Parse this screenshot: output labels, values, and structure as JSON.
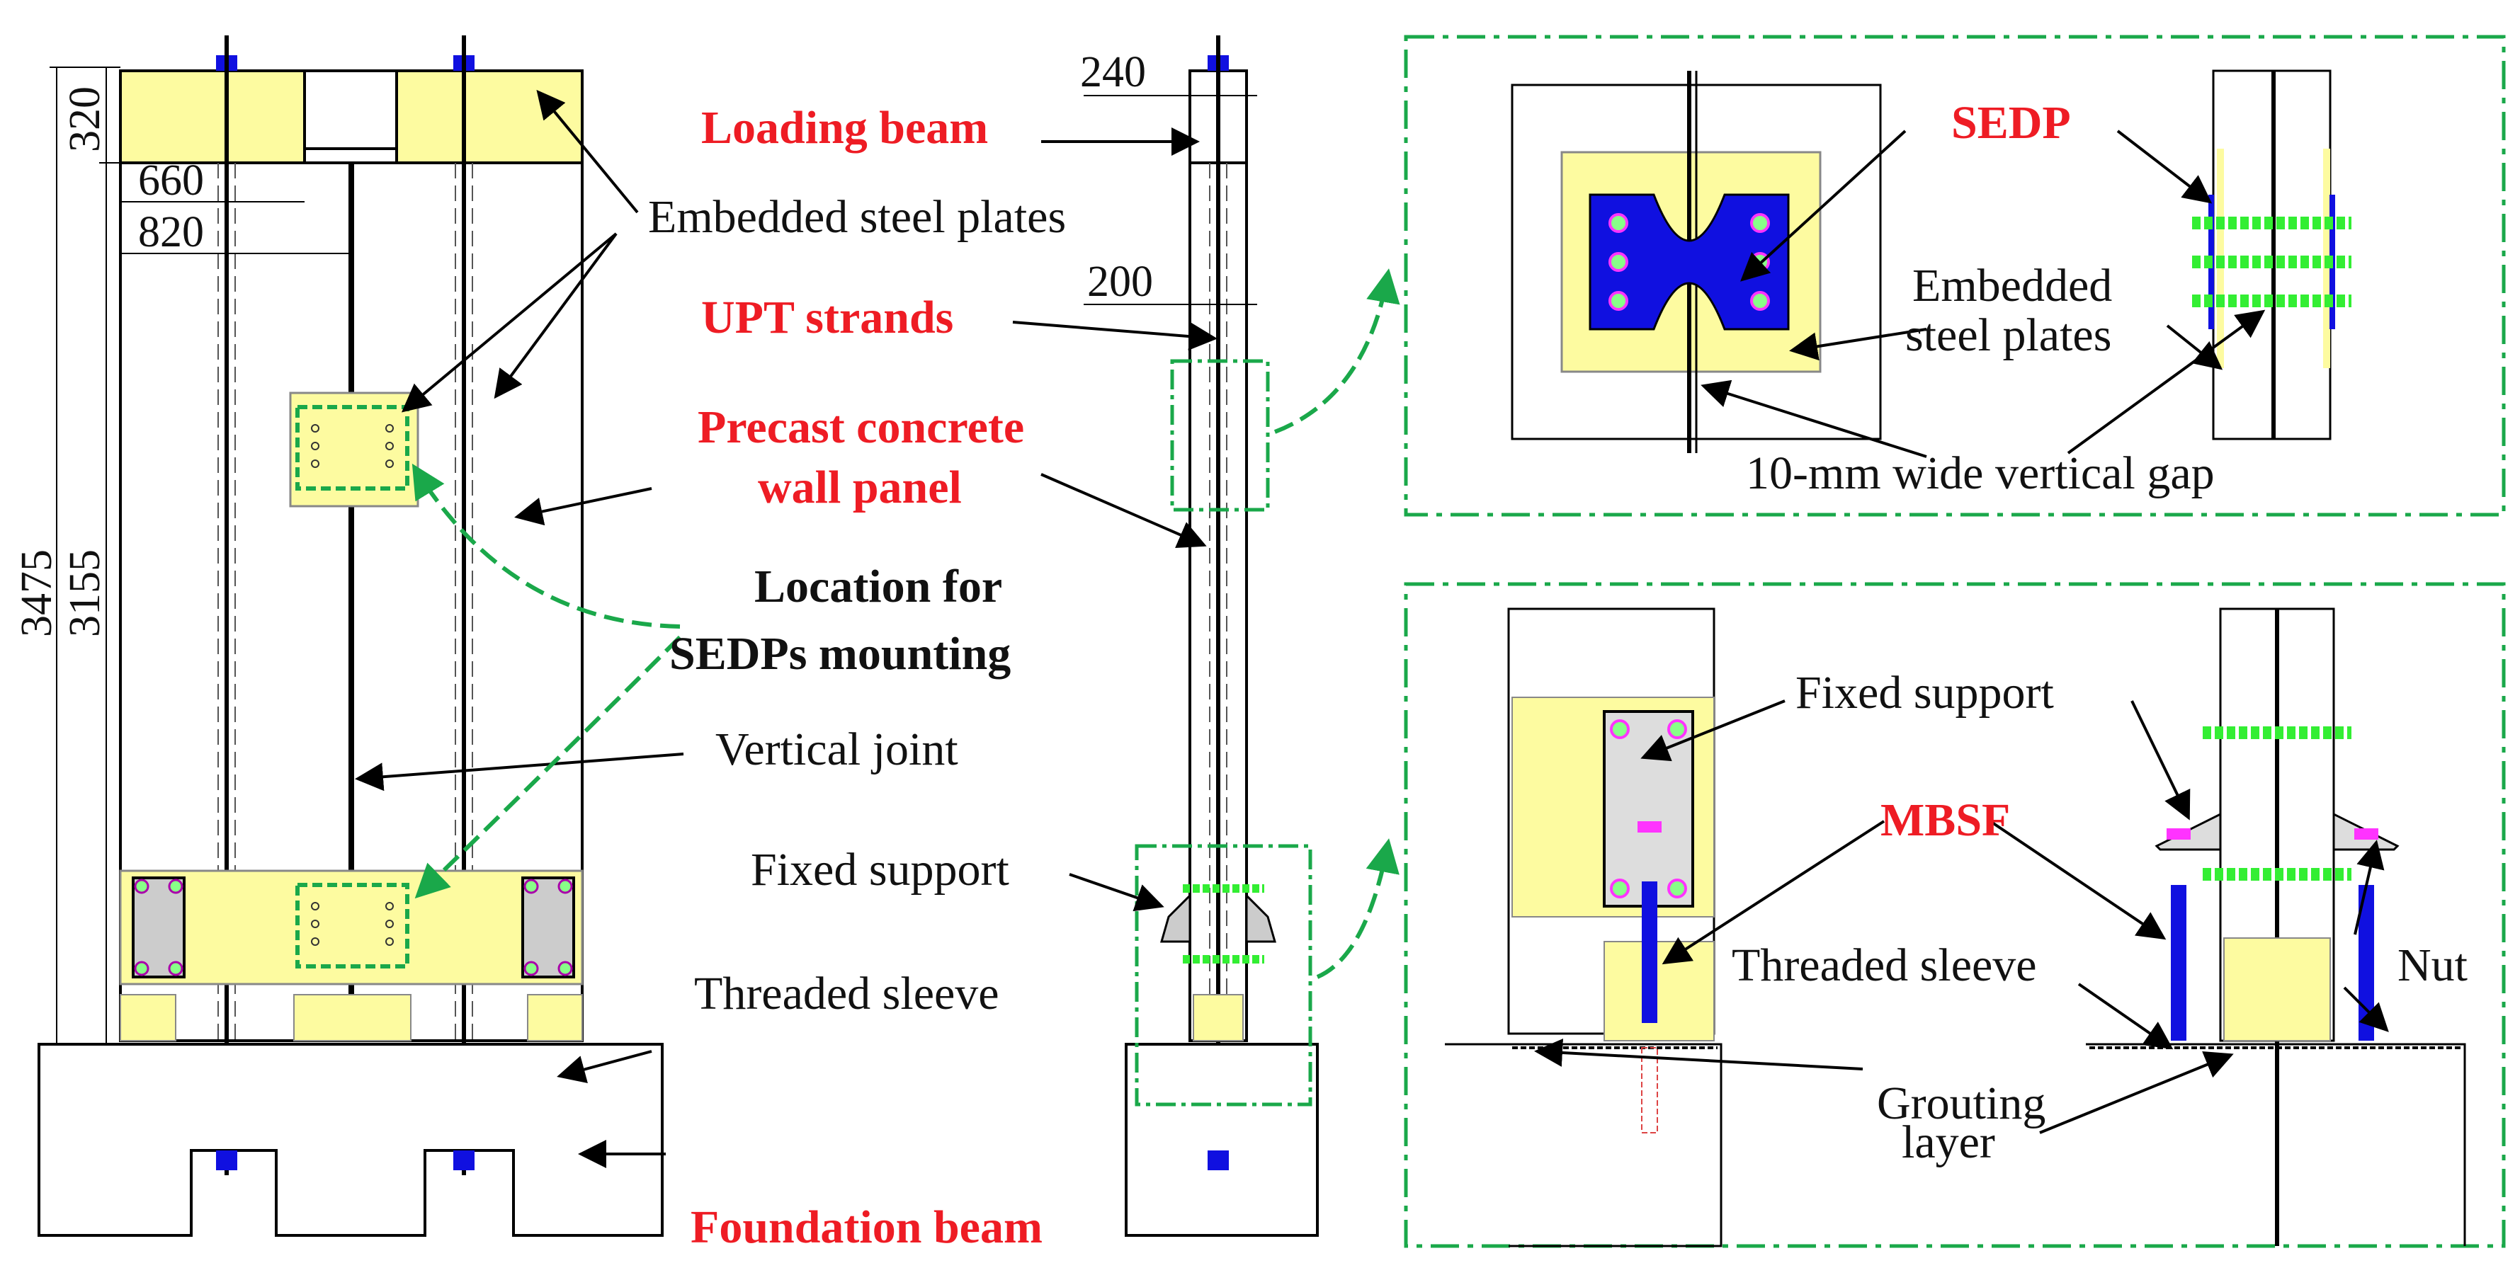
{
  "colors": {
    "concrete_yellow": "#fdfba0",
    "steel_blue": "#1010e0",
    "bolt_green": "#33ee33",
    "nut_magenta": "#ff33ff",
    "label_red": "#ee1c24",
    "dashed_green": "#1aa84a"
  },
  "dimensions": {
    "top_320": "320",
    "d_660": "660",
    "d_820": "820",
    "h_3475": "3475",
    "h_3155": "3155",
    "side_240": "240",
    "side_200": "200"
  },
  "labels": {
    "loading_beam": "Loading beam",
    "embedded_plates": "Embedded steel plates",
    "upt_strands": "UPT strands",
    "precast_l1": "Precast concrete",
    "precast_l2": "wall panel",
    "location_l1": "Location for",
    "location_l2": "SEDPs mounting",
    "vertical_joint": "Vertical joint",
    "fixed_support": "Fixed support",
    "threaded_sleeve": "Threaded sleeve",
    "foundation_beam": "Foundation beam"
  },
  "detail_top": {
    "sedp": "SEDP",
    "embedded_l1": "Embedded",
    "embedded_l2": "steel plates",
    "gap": "10-mm wide vertical gap"
  },
  "detail_bottom": {
    "fixed_support": "Fixed support",
    "mbsf": "MBSF",
    "threaded_sleeve": "Threaded sleeve",
    "nut": "Nut",
    "grouting_l1": "Grouting",
    "grouting_l2": "layer"
  }
}
